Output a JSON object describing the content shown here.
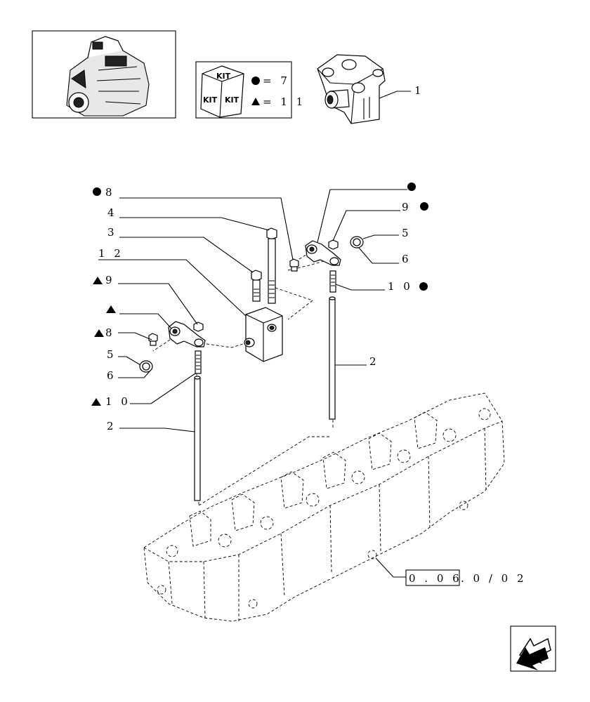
{
  "kit_legend": {
    "box_text_top": "KIT",
    "box_text_left": "KIT",
    "box_text_right": "KIT",
    "circle_value": "= 7",
    "triangle_value": "= 1 1"
  },
  "callouts": {
    "c1": "1",
    "c8_circle": "8",
    "c4": "4",
    "c3": "3",
    "c12": "1 2",
    "c9_tri": "9",
    "c8_tri": "8",
    "c5_left": "5",
    "c6_left": "6",
    "c10_tri": "1 0",
    "c2_left": "2",
    "c9_right": "9",
    "c5_right": "5",
    "c6_right": "6",
    "c10_right": "1 0",
    "c2_right": "2"
  },
  "reference": {
    "boxed": "0 . 0 6",
    "suffix": ". 0 / 0 2"
  },
  "icons": [
    "engine-thumbnail-icon",
    "kit-box-icon",
    "circle-marker-icon",
    "triangle-marker-icon",
    "nav-arrow-icon"
  ]
}
